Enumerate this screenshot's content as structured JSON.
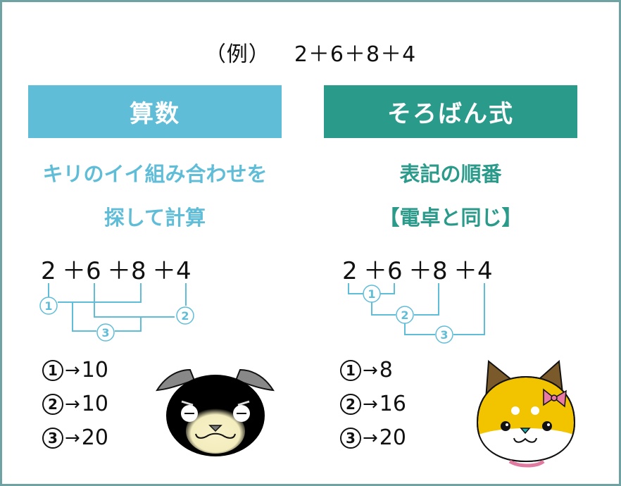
{
  "title": {
    "label": "（例）",
    "expression": "2＋6＋8＋4"
  },
  "colors": {
    "arithmetic": "#60bdd7",
    "soroban": "#2a9a8b",
    "border": "#6fa3a3"
  },
  "left": {
    "banner": "算数",
    "desc_line1": "キリのイイ組み合わせを",
    "desc_line2": "探して計算",
    "terms": [
      "2",
      "6",
      "8",
      "4"
    ],
    "operator": "＋",
    "steps": [
      {
        "marker": "1",
        "arrow": "→",
        "value": "10"
      },
      {
        "marker": "2",
        "arrow": "→",
        "value": "10"
      },
      {
        "marker": "3",
        "arrow": "→",
        "value": "20"
      }
    ],
    "mascot": "black-dog-mascot"
  },
  "right": {
    "banner": "そろばん式",
    "desc_line1": "表記の順番",
    "desc_line2": "【電卓と同じ】",
    "terms": [
      "2",
      "6",
      "8",
      "4"
    ],
    "operator": "＋",
    "steps": [
      {
        "marker": "1",
        "arrow": "→",
        "value": "8"
      },
      {
        "marker": "2",
        "arrow": "→",
        "value": "16"
      },
      {
        "marker": "3",
        "arrow": "→",
        "value": "20"
      }
    ],
    "mascot": "shiba-dog-mascot"
  }
}
